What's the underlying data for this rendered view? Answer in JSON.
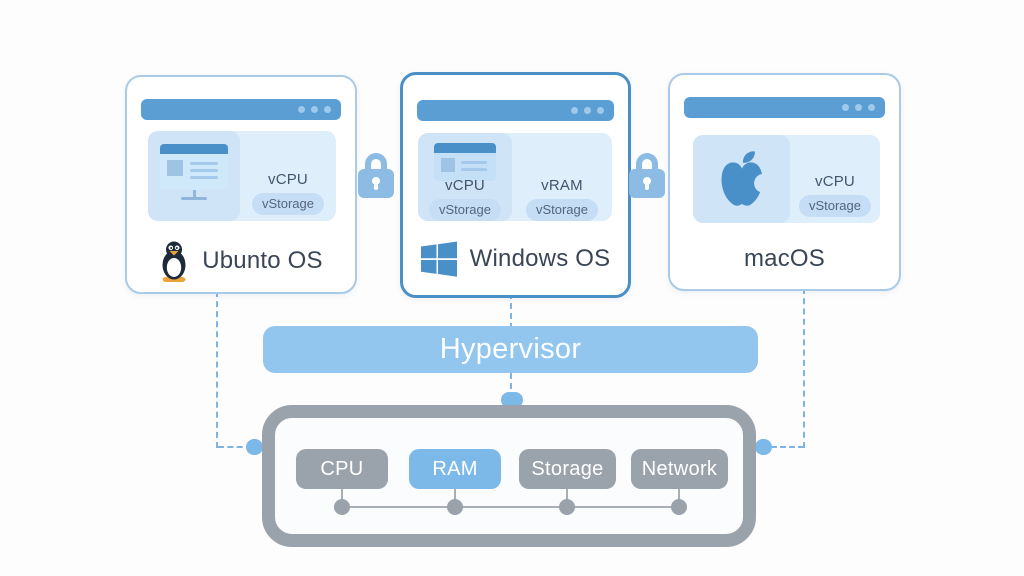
{
  "cards": [
    {
      "os_label": "Ubunto OS",
      "os_icon": "linux-tux-icon",
      "preview_icon": "monitor-window-icon",
      "vcpu_label": "vCPU",
      "vstorage_label": "vStorage",
      "highlighted": false
    },
    {
      "os_label": "Windows OS",
      "os_icon": "windows-logo-icon",
      "preview_icon": "browser-window-icon",
      "left": {
        "vcpu_label": "vCPU",
        "vstorage_label": "vStorage"
      },
      "right": {
        "vram_label": "vRAM",
        "vstorage_label": "vStorage"
      },
      "highlighted": true
    },
    {
      "os_label": "macOS",
      "os_icon": "apple-logo-icon",
      "vcpu_label": "vCPU",
      "vstorage_label": "vStorage",
      "highlighted": false
    }
  ],
  "locks": [
    "lock-icon",
    "lock-icon"
  ],
  "hypervisor_label": "Hypervisor",
  "hardware": {
    "components": [
      {
        "label": "CPU",
        "highlighted": false
      },
      {
        "label": "RAM",
        "highlighted": true
      },
      {
        "label": "Storage",
        "highlighted": false
      },
      {
        "label": "Network",
        "highlighted": false
      }
    ]
  },
  "colors": {
    "titlebar_blue": "#5b9ed4",
    "card_border_light": "#a9cbe8",
    "card_border_active": "#4a8fc6",
    "panel_blue": "#dfeefb",
    "subpanel_blue": "#cfe4f6",
    "badge_blue": "#c6def5",
    "lock_blue": "#8cbbe3",
    "hypervisor_blue": "#92c6ee",
    "hardware_gray": "#9aa2ab",
    "ram_highlight_blue": "#7cb9e8",
    "dash_blue": "#7fb3e0",
    "os_text": "#3a4656"
  }
}
